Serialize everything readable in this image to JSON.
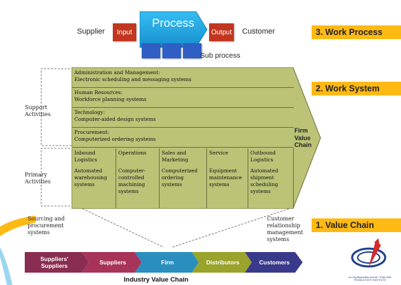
{
  "work_process": {
    "supplier": "Supplier",
    "input": "Input",
    "process": "Process",
    "output": "Output",
    "customer": "Customer",
    "sub_process": "Sub process"
  },
  "levels": {
    "work_process": "3. Work Process",
    "work_system": "2. Work System",
    "value_chain": "1. Value Chain"
  },
  "support_rows": [
    {
      "title": "Administration and Management:",
      "detail": "Electronic scheduling and messaging systems"
    },
    {
      "title": "Human Resources:",
      "detail": "Workforce planning systems"
    },
    {
      "title": "Technology:",
      "detail": "Computer-aided design systems"
    },
    {
      "title": "Procurement:",
      "detail": "Computerized ordering systems"
    }
  ],
  "primary_cols": [
    {
      "title": "Inbound Logistics",
      "detail": "Automated warehousing systems"
    },
    {
      "title": "Operations",
      "detail": "Computer-controlled machining systems"
    },
    {
      "title": "Sales and Marketing",
      "detail": "Computerized ordering systems"
    },
    {
      "title": "Service",
      "detail": "Equipment maintenance systems"
    },
    {
      "title": "Outbound Logistics",
      "detail": "Automated shipment scheduling systems"
    }
  ],
  "labels": {
    "support_activities": "Support Activities",
    "primary_activities": "Primary Activities",
    "firm_value_chain": "Firm Value Chain",
    "sourcing": "Sourcing and procurement systems",
    "crm": "Customer relationship management systems",
    "industry_chain_title": "Industry Value Chain",
    "logo_caption": "สถาบันเพิ่มผลผลิตแห่งชาติ / THAILAND PRODUCTIVITY INSTITUTE"
  },
  "industry_chain": [
    {
      "label": "Suppliers' Suppliers",
      "color": "#8a2d52"
    },
    {
      "label": "Suppliers",
      "color": "#a8345a"
    },
    {
      "label": "Firm",
      "color": "#2a8fbf"
    },
    {
      "label": "Distributors",
      "color": "#9aa32a"
    },
    {
      "label": "Customers",
      "color": "#3a3a8c"
    }
  ],
  "colors": {
    "accent_orange": "#feb913",
    "process_blue": "#1fa6e0",
    "io_red": "#c2361f",
    "value_chain_olive": "#bcc276"
  }
}
